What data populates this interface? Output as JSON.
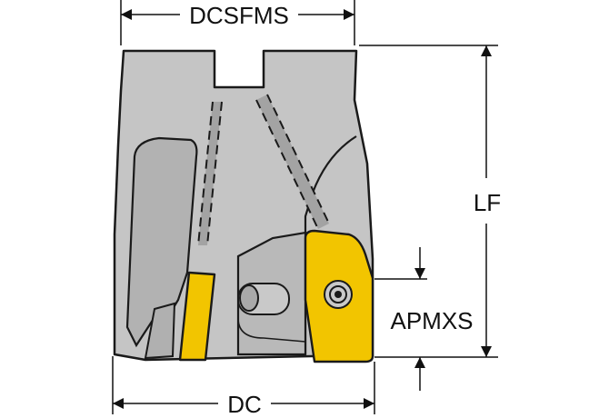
{
  "dimensions": {
    "top": "DCSFMS",
    "right_length": "LF",
    "right_depth": "APMXS",
    "bottom": "DC"
  },
  "colors": {
    "body": "#c5c5c5",
    "body_shade": "#a9a9a9",
    "outline": "#1a1a1a",
    "insert": "#f2c500",
    "line": "#111111"
  }
}
